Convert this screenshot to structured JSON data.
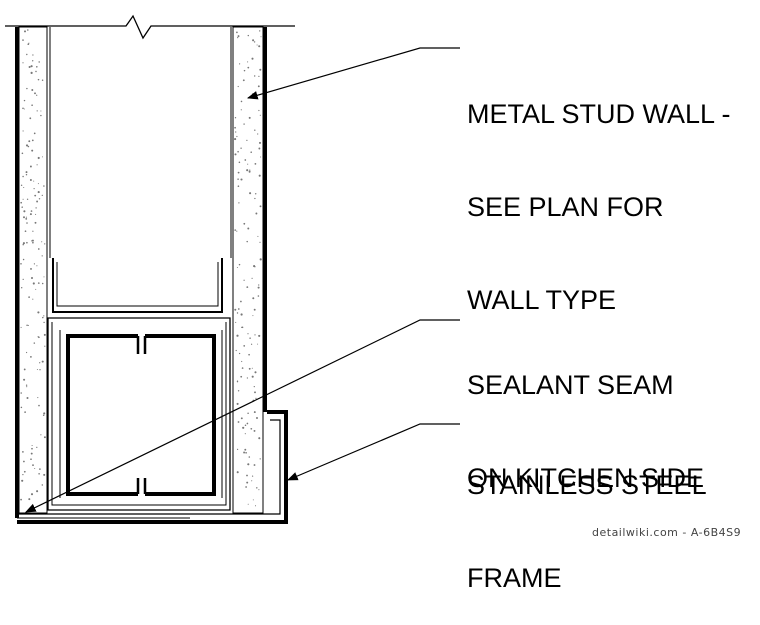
{
  "callouts": {
    "wall_line1": "METAL STUD WALL -",
    "wall_line2": "SEE PLAN FOR",
    "wall_line3": "WALL TYPE",
    "seam_line1": "SEALANT SEAM",
    "seam_line2": "ON KITCHEN SIDE",
    "frame_line1": "STAINLESS STEEL",
    "frame_line2": "FRAME"
  },
  "credit": "detailwiki.com - A-6B4S9",
  "colors": {
    "ink": "#000000",
    "background": "#ffffff",
    "credit": "#444444"
  }
}
